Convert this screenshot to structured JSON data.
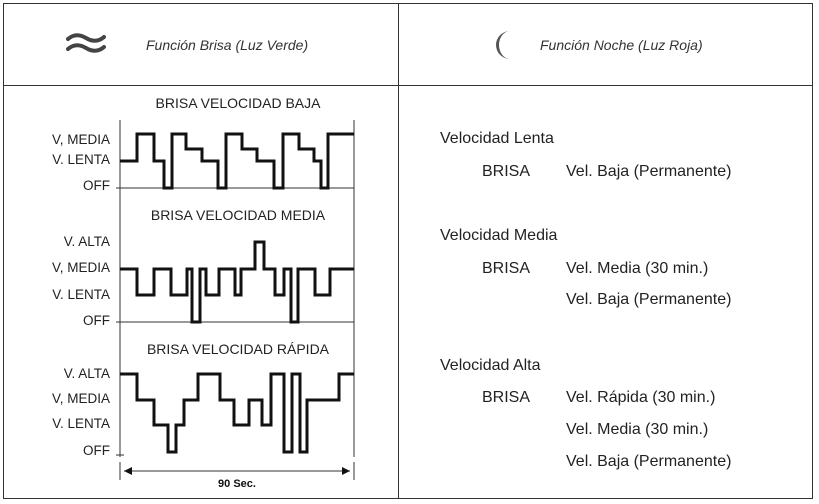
{
  "header": {
    "left_label": "Función Brisa (Luz Verde)",
    "left_icon": "breeze-waves-icon",
    "right_label": "Función Noche (Luz Roja)",
    "right_icon": "crescent-moon-icon"
  },
  "waveforms": {
    "baja": {
      "title": "BRISA VELOCIDAD BAJA",
      "levels": [
        "V, MEDIA",
        "V. LENTA",
        "OFF"
      ]
    },
    "media": {
      "title": "BRISA VELOCIDAD MEDIA",
      "levels": [
        "V. ALTA",
        "V, MEDIA",
        "V. LENTA",
        "OFF"
      ]
    },
    "rapida": {
      "title": "BRISA VELOCIDAD RÁPIDA",
      "levels": [
        "V. ALTA",
        "V, MEDIA",
        "V. LENTA",
        "OFF"
      ]
    },
    "duration": "90 Sec."
  },
  "night": {
    "sections": [
      {
        "title": "Velocidad Lenta",
        "mode": "BRISA",
        "speeds": [
          "Vel. Baja (Permanente)"
        ]
      },
      {
        "title": "Velocidad Media",
        "mode": "BRISA",
        "speeds": [
          "Vel. Media (30 min.)",
          "Vel. Baja (Permanente)"
        ]
      },
      {
        "title": "Velocidad Alta",
        "mode": "BRISA",
        "speeds": [
          "Vel. Rápida (30 min.)",
          "Vel. Media (30 min.)",
          "Vel. Baja (Permanente)"
        ]
      }
    ]
  }
}
